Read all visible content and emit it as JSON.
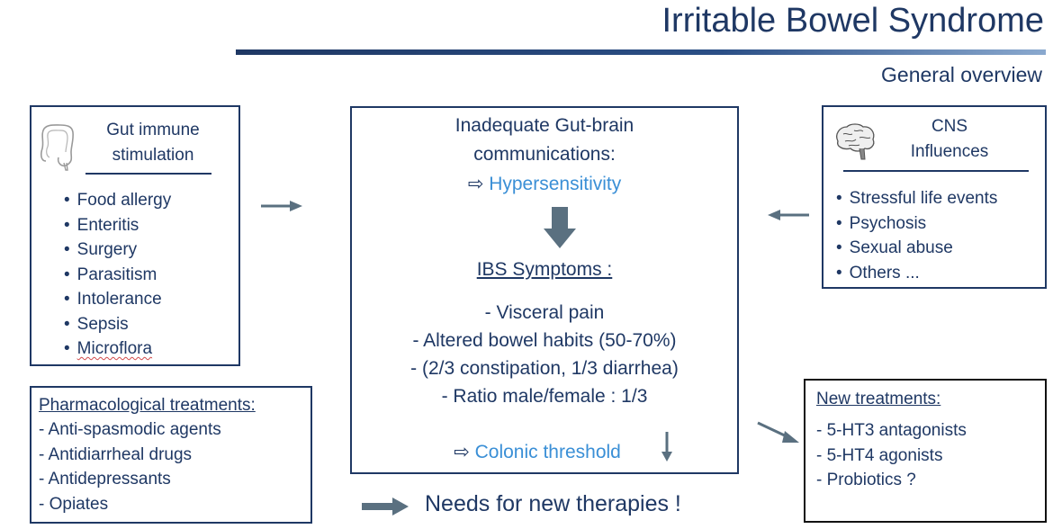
{
  "header": {
    "title": "Irritable Bowel Syndrome",
    "subtitle": "General overview"
  },
  "gut_box": {
    "heading_line1": "Gut immune",
    "heading_line2": "stimulation",
    "icon": "colon-icon",
    "items": [
      "Food allergy",
      "Enteritis",
      "Surgery",
      "Parasitism",
      "Intolerance",
      "Sepsis",
      "Microflora"
    ]
  },
  "center_box": {
    "line1": "Inadequate Gut-brain",
    "line2": "communications:",
    "line3_arrow": "⇨",
    "line3": "Hypersensitivity",
    "symptoms_heading": "IBS Symptoms :",
    "symptoms": [
      "- Visceral pain",
      "- Altered bowel habits (50-70%)",
      "- (2/3 constipation, 1/3 diarrhea)",
      "- Ratio male/female : 1/3"
    ],
    "threshold_arrow": "⇨",
    "threshold": "Colonic threshold"
  },
  "cns_box": {
    "heading_line1": "CNS",
    "heading_line2": "Influences",
    "icon": "brain-icon",
    "items": [
      "Stressful life  events",
      "Psychosis",
      "Sexual abuse",
      "Others ..."
    ]
  },
  "pharma_box": {
    "heading": "Pharmacological treatments:",
    "items": [
      "- Anti-spasmodic agents",
      "- Antidiarrheal drugs",
      "- Antidepressants",
      "- Opiates"
    ]
  },
  "new_box": {
    "heading": "New treatments:",
    "items": [
      "- 5-HT3 antagonists",
      "- 5-HT4 agonists",
      "- Probiotics ?"
    ]
  },
  "footer": {
    "needs": "Needs for new therapies !"
  },
  "colors": {
    "primary": "#1f3864",
    "accent": "#3a8fd6",
    "arrow": "#5a7080"
  }
}
